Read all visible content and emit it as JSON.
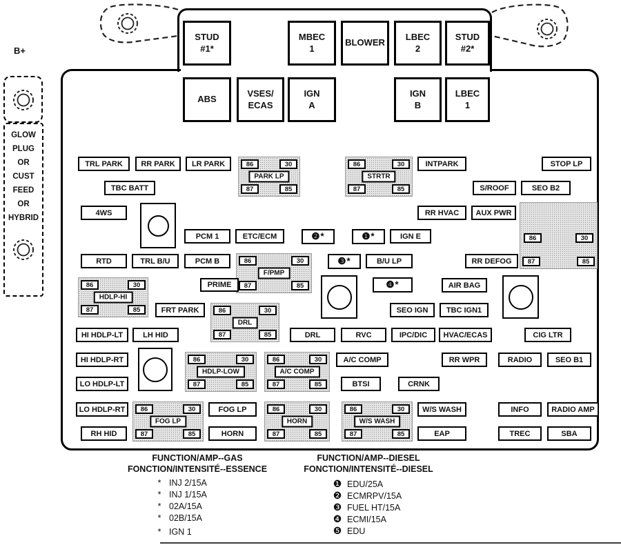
{
  "side": {
    "b_plus": "B+",
    "lines": [
      "GLOW",
      "PLUG",
      "OR",
      "CUST",
      "FEED",
      "OR",
      "HYBRID"
    ]
  },
  "big": {
    "stud1a": "STUD",
    "stud1b": "#1*",
    "mbec1a": "MBEC",
    "mbec1b": "1",
    "blower": "BLOWER",
    "lbec2a": "LBEC",
    "lbec2b": "2",
    "stud2a": "STUD",
    "stud2b": "#2*",
    "abs": "ABS",
    "vsesa": "VSES/",
    "vsesb": "ECAS",
    "igna1": "IGN",
    "igna2": "A",
    "ignb1": "IGN",
    "ignb2": "B",
    "lbec1a": "LBEC",
    "lbec1b": "1"
  },
  "terminals": {
    "t86": "86",
    "t30": "30",
    "t87": "87",
    "t85": "85"
  },
  "relays": {
    "park_lp": "PARK LP",
    "strtr": "STRTR",
    "f_pmp": "F/PMP",
    "hdlp_hi": "HDLP-HI",
    "drl": "DRL",
    "hdlp_low": "HDLP-LOW",
    "ac_comp": "A/C COMP",
    "fog_lp": "FOG LP",
    "horn": "HORN",
    "ws_wash": "W/S WASH"
  },
  "nums": {
    "n1": "❶*",
    "n2": "❷*",
    "n3": "❸*",
    "n4": "❹*"
  },
  "fuses": {
    "trl_park": "TRL PARK",
    "rr_park": "RR PARK",
    "lr_park": "LR PARK",
    "intpark": "INTPARK",
    "stop_lp": "STOP LP",
    "tbc_batt": "TBC BATT",
    "s_roof": "S/ROOF",
    "seo_b2": "SEO B2",
    "fws": "4WS",
    "rr_hvac": "RR HVAC",
    "aux_pwr": "AUX PWR",
    "pcm_1": "PCM 1",
    "etc_ecm": "ETC/ECM",
    "ign_e": "IGN E",
    "rtd": "RTD",
    "trl_bu": "TRL B/U",
    "pcm_b": "PCM B",
    "bu_lp": "B/U LP",
    "rr_defog": "RR DEFOG",
    "prime": "PRIME",
    "air_bag": "AIR BAG",
    "frt_park": "FRT PARK",
    "seo_ign": "SEO IGN",
    "tbc_ign1": "TBC IGN1",
    "hi_hdlp_lt": "HI HDLP-LT",
    "lh_hid": "LH HID",
    "drl": "DRL",
    "rvc": "RVC",
    "ipc_dic": "IPC/DIC",
    "hvac_ecas": "HVAC/ECAS",
    "cig_ltr": "CIG LTR",
    "hi_hdlp_rt": "HI HDLP-RT",
    "ac_comp": "A/C COMP",
    "rr_wpr": "RR WPR",
    "radio": "RADIO",
    "seo_b1": "SEO B1",
    "lo_hdlp_lt": "LO HDLP-LT",
    "btsi": "BTSI",
    "crnk": "CRNK",
    "lo_hdlp_rt": "LO HDLP-RT",
    "fog_lp": "FOG LP",
    "ws_wash": "W/S WASH",
    "info": "INFO",
    "radio_amp": "RADIO AMP",
    "rh_hid": "RH HID",
    "horn": "HORN",
    "eap": "EAP",
    "trec": "TREC",
    "sba": "SBA"
  },
  "legend": {
    "gas": {
      "h1": "FUNCTION/AMP--GAS",
      "h2": "FONCTION/INTENSITÉ--ESSENCE",
      "items": [
        {
          "m": "*",
          "t": "INJ 2/15A"
        },
        {
          "m": "*",
          "t": "INJ 1/15A"
        },
        {
          "m": "*",
          "t": "02A/15A"
        },
        {
          "m": "*",
          "t": "02B/15A"
        },
        {
          "m": "*",
          "t": "IGN 1"
        }
      ]
    },
    "diesel": {
      "h1": "FUNCTION/AMP--DIESEL",
      "h2": "FONCTION/INTENSITÉ--DIESEL",
      "items": [
        {
          "m": "❶",
          "t": "EDU/25A"
        },
        {
          "m": "❷",
          "t": "ECMRPV/15A"
        },
        {
          "m": "❸",
          "t": "FUEL HT/15A"
        },
        {
          "m": "❹",
          "t": "ECMI/15A"
        },
        {
          "m": "❺",
          "t": "EDU"
        }
      ]
    }
  }
}
